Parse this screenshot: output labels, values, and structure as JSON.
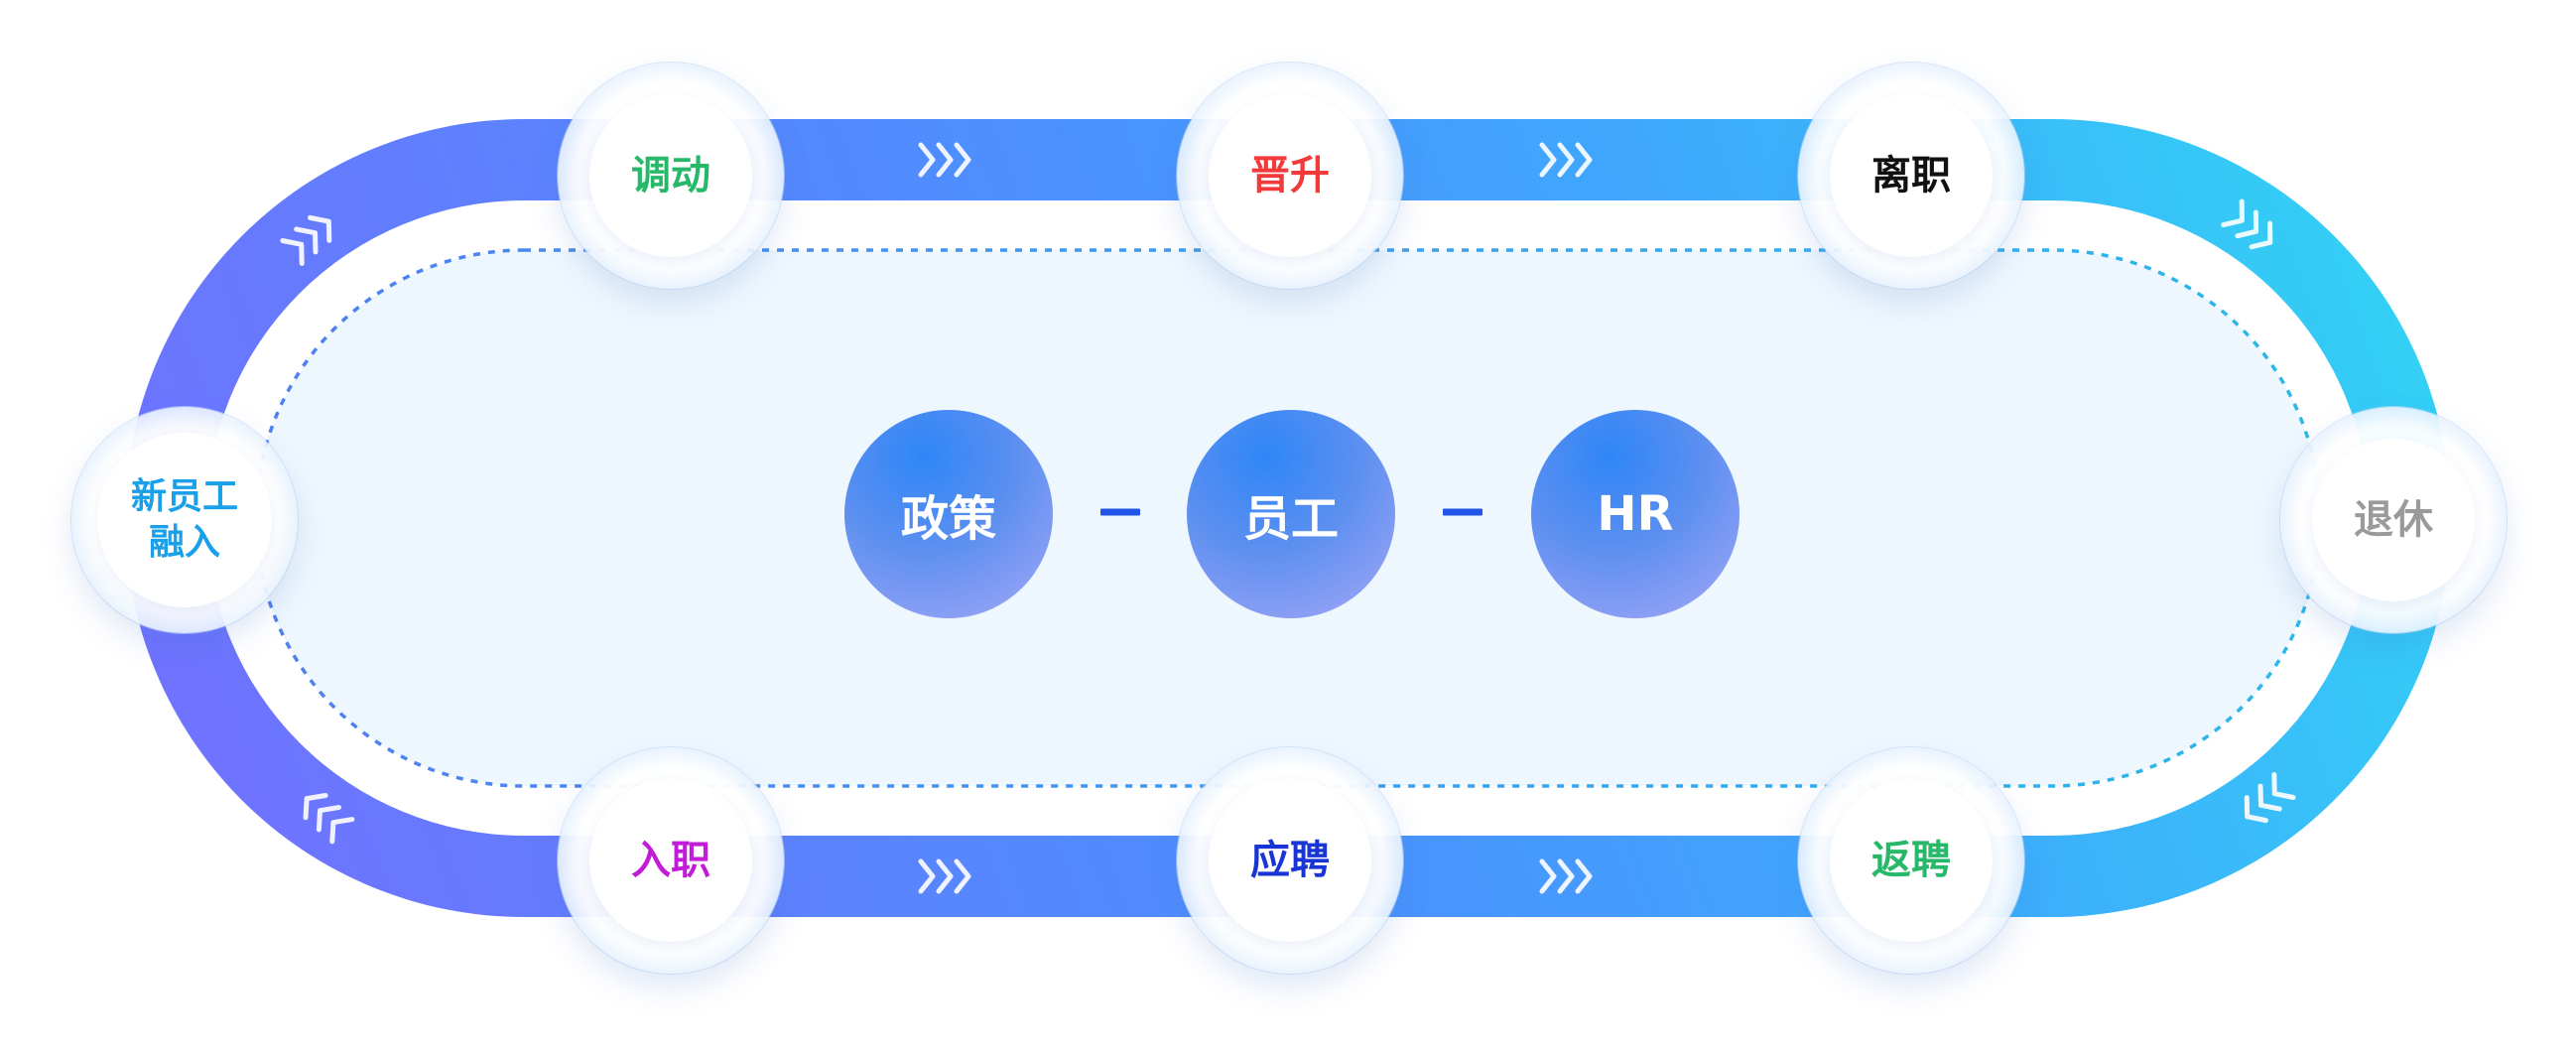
{
  "stages": {
    "onboarding": {
      "label": "新员工\n融入",
      "color": "#1aa0e8"
    },
    "transfer": {
      "label": "调动",
      "color": "#27b86a"
    },
    "promotion": {
      "label": "晋升",
      "color": "#f23a3a"
    },
    "resignation": {
      "label": "离职",
      "color": "#111111"
    },
    "retirement": {
      "label": "退休",
      "color": "#9a9a9a"
    },
    "rehire": {
      "label": "返聘",
      "color": "#27b86a"
    },
    "recruitment": {
      "label": "应聘",
      "color": "#1a35d6"
    },
    "entry": {
      "label": "入职",
      "color": "#c21cd9"
    }
  },
  "center": {
    "policy": "政策",
    "employee": "员工",
    "hr": "HR"
  },
  "colors": {
    "track_start": "#6f73ff",
    "track_mid": "#3e9cff",
    "track_end": "#33d0f5",
    "inner_fill": "#eef7fd",
    "dash_left": "#4f7ff0",
    "dash_right": "#2ab8ea"
  },
  "icons": {
    "flow_arrow": "triple-chevron-icon"
  }
}
